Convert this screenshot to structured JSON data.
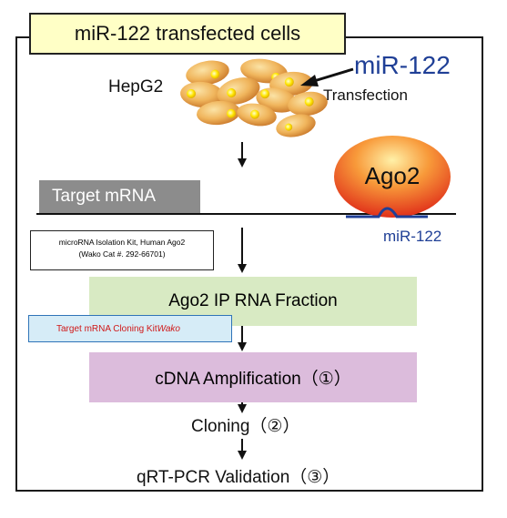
{
  "title": "miR-122 transfected cells",
  "cell_label": "HepG2",
  "mir_label_top": "miR-122",
  "transfection_label": "Transfection",
  "target_mrna": "Target mRNA",
  "ago2_label": "Ago2",
  "mir_label_bottom": "miR-122",
  "kit": {
    "line1": "microRNA Isolation Kit, Human Ago2",
    "line2": "(Wako Cat #. 292-66701)"
  },
  "ago2_fraction": "Ago2 IP RNA Fraction",
  "cloning_kit": {
    "text": "Target mRNA Cloning Kit ",
    "brand": "Wako"
  },
  "cdna_step": "cDNA Amplification（①）",
  "cloning_step": "Cloning（②）",
  "qrt_step": "qRT-PCR Validation（③）",
  "colors": {
    "title_bg": "#ffffc6",
    "ago2_fraction_bg": "#d8eac3",
    "cdna_bg": "#dcbcdc",
    "cloning_kit_bg": "#d6ecf7",
    "cloning_kit_text": "#d01818",
    "mir_blue": "#1f3f96",
    "cell_orange": "#e9a247",
    "ago2_red": "#e8411c"
  }
}
